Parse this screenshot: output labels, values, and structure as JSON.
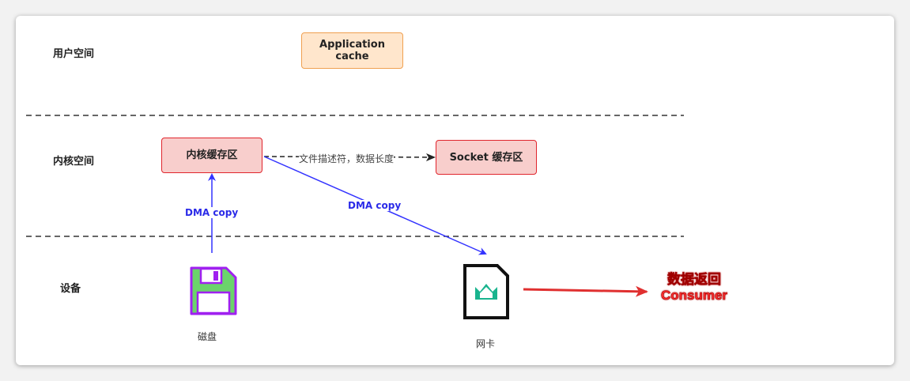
{
  "layers": {
    "user": "用户空间",
    "kernel": "内核空间",
    "device": "设备"
  },
  "boxes": {
    "application_cache": "Application\ncache",
    "kernel_buffer": "内核缓存区",
    "socket_buffer": "Socket 缓存区"
  },
  "edges": {
    "fd_length": "文件描述符，数据长度",
    "dma_copy_disk": "DMA copy",
    "dma_copy_nic": "DMA copy"
  },
  "devices": {
    "disk": "磁盘",
    "nic": "网卡"
  },
  "output": {
    "line1": "数据返回",
    "line2": "Consumer"
  },
  "icons": {
    "disk": "floppy-disk-icon",
    "nic": "network-card-icon"
  },
  "colors": {
    "dma_arrow": "#3333ff",
    "return_arrow": "#e03030",
    "buffer_fill": "#f8cecc",
    "buffer_border": "#e0252d",
    "app_fill": "#ffe6cc",
    "app_border": "#f0a050"
  }
}
